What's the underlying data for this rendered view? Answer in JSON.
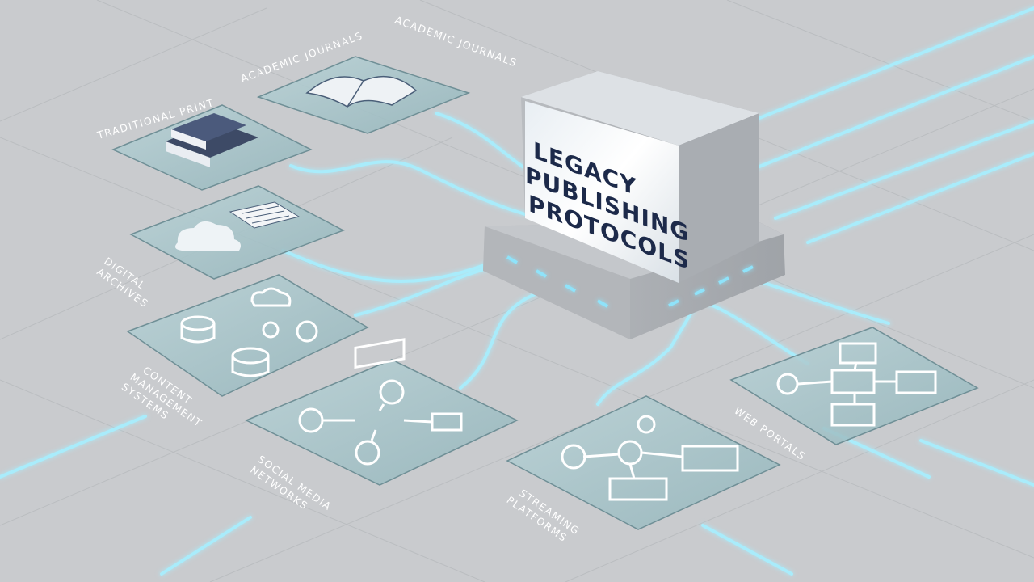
{
  "hub": {
    "lines": [
      "LEGACY",
      "PUBLISHING",
      "PROTOCOLS"
    ]
  },
  "nodes": {
    "academic_journals": {
      "label_left": "ACADEMIC JOURNALS",
      "label_right": "ACADEMIC JOURNALS",
      "icon": "open-book-icon"
    },
    "traditional_print": {
      "label": "TRADITIONAL PRINT",
      "icon": "stacked-books-icon"
    },
    "digital_archives": {
      "label": [
        "DIGITAL",
        "ARCHIVES"
      ],
      "icon": "cloud-document-icon"
    },
    "content_management": {
      "label": [
        "CONTENT",
        "MANAGEMENT",
        "SYSTEMS"
      ],
      "icon": "database-gears-icon"
    },
    "social_media": {
      "label": [
        "SOCIAL MEDIA",
        "NETWORKS"
      ],
      "icon": "user-network-icon"
    },
    "streaming": {
      "label": [
        "STREAMING",
        "PLATFORMS"
      ],
      "icon": "video-player-icon"
    },
    "web_portals": {
      "label": "WEB PORTALS",
      "icon": "web-window-icon"
    }
  },
  "colors": {
    "background": "#c9cbce",
    "glow": "#9fe4f7",
    "hub_text": "#1d2a4a",
    "panel": "#a8c6cb"
  }
}
